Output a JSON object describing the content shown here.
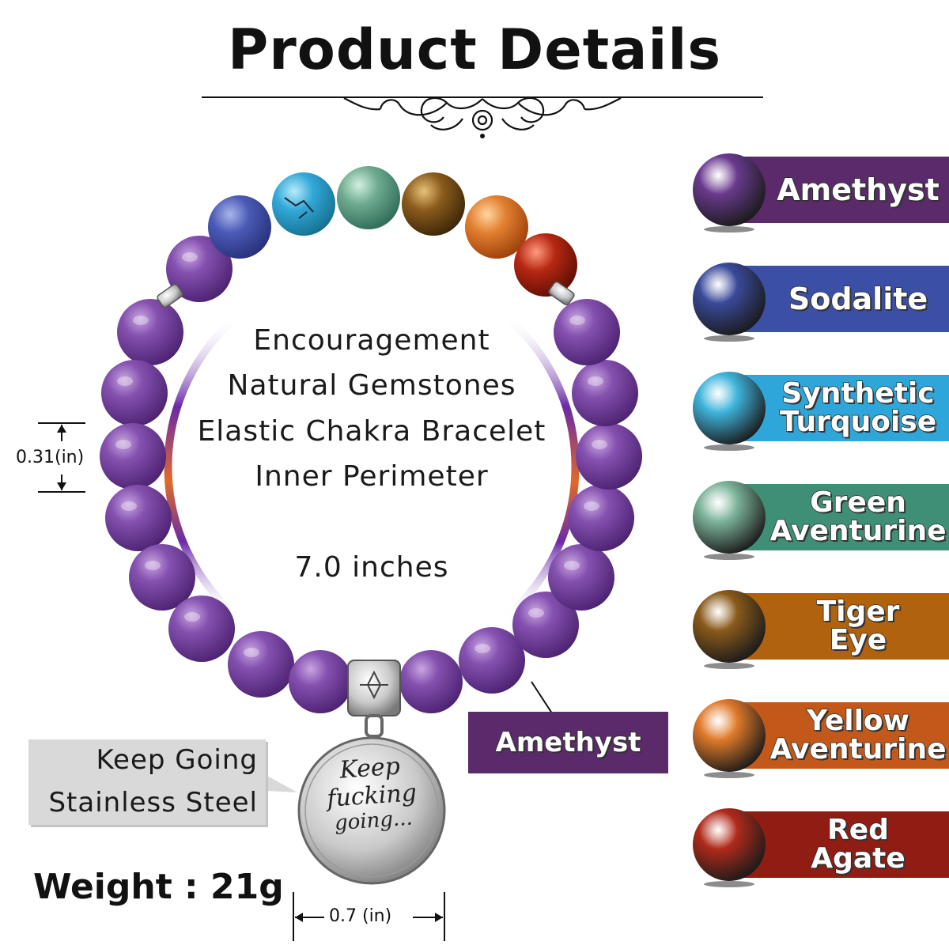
{
  "header": {
    "title": "Product Details"
  },
  "center": {
    "lines": [
      "Encouragement",
      "Natural Gemstones",
      "Elastic Chakra Bracelet",
      "Inner Perimeter"
    ],
    "size": "7.0 inches"
  },
  "dimensions": {
    "bead": "0.31(in)",
    "charm": "0.7 (in)"
  },
  "charm": {
    "engraving": [
      "Keep",
      "fucking",
      "going..."
    ]
  },
  "left_label": {
    "line1": "Keep Going",
    "line2": "Stainless Steel"
  },
  "weight": "Weight : 21g",
  "callout": {
    "label": "Amethyst",
    "color": "#5a2a6b"
  },
  "gems": [
    {
      "lines": [
        "Amethyst"
      ],
      "band_color": "#5a2a6b",
      "color": "#6a3a8e"
    },
    {
      "lines": [
        "Sodalite"
      ],
      "band_color": "#3b4fa6",
      "color": "#3a4a9a"
    },
    {
      "lines": [
        "Synthetic",
        "Turquoise"
      ],
      "band_color": "#2fa6d9",
      "color": "#3fb4dc"
    },
    {
      "lines": [
        "Green",
        "Aventurine"
      ],
      "band_color": "#3f8f76",
      "color": "#7cb49a"
    },
    {
      "lines": [
        "Tiger",
        "Eye"
      ],
      "band_color": "#b0620f",
      "color": "#8a5a1a"
    },
    {
      "lines": [
        "Yellow",
        "Aventurine"
      ],
      "band_color": "#c2591a",
      "color": "#e07a2a"
    },
    {
      "lines": [
        "Red",
        "Agate"
      ],
      "band_color": "#8f1d14",
      "color": "#b02a1a"
    }
  ]
}
